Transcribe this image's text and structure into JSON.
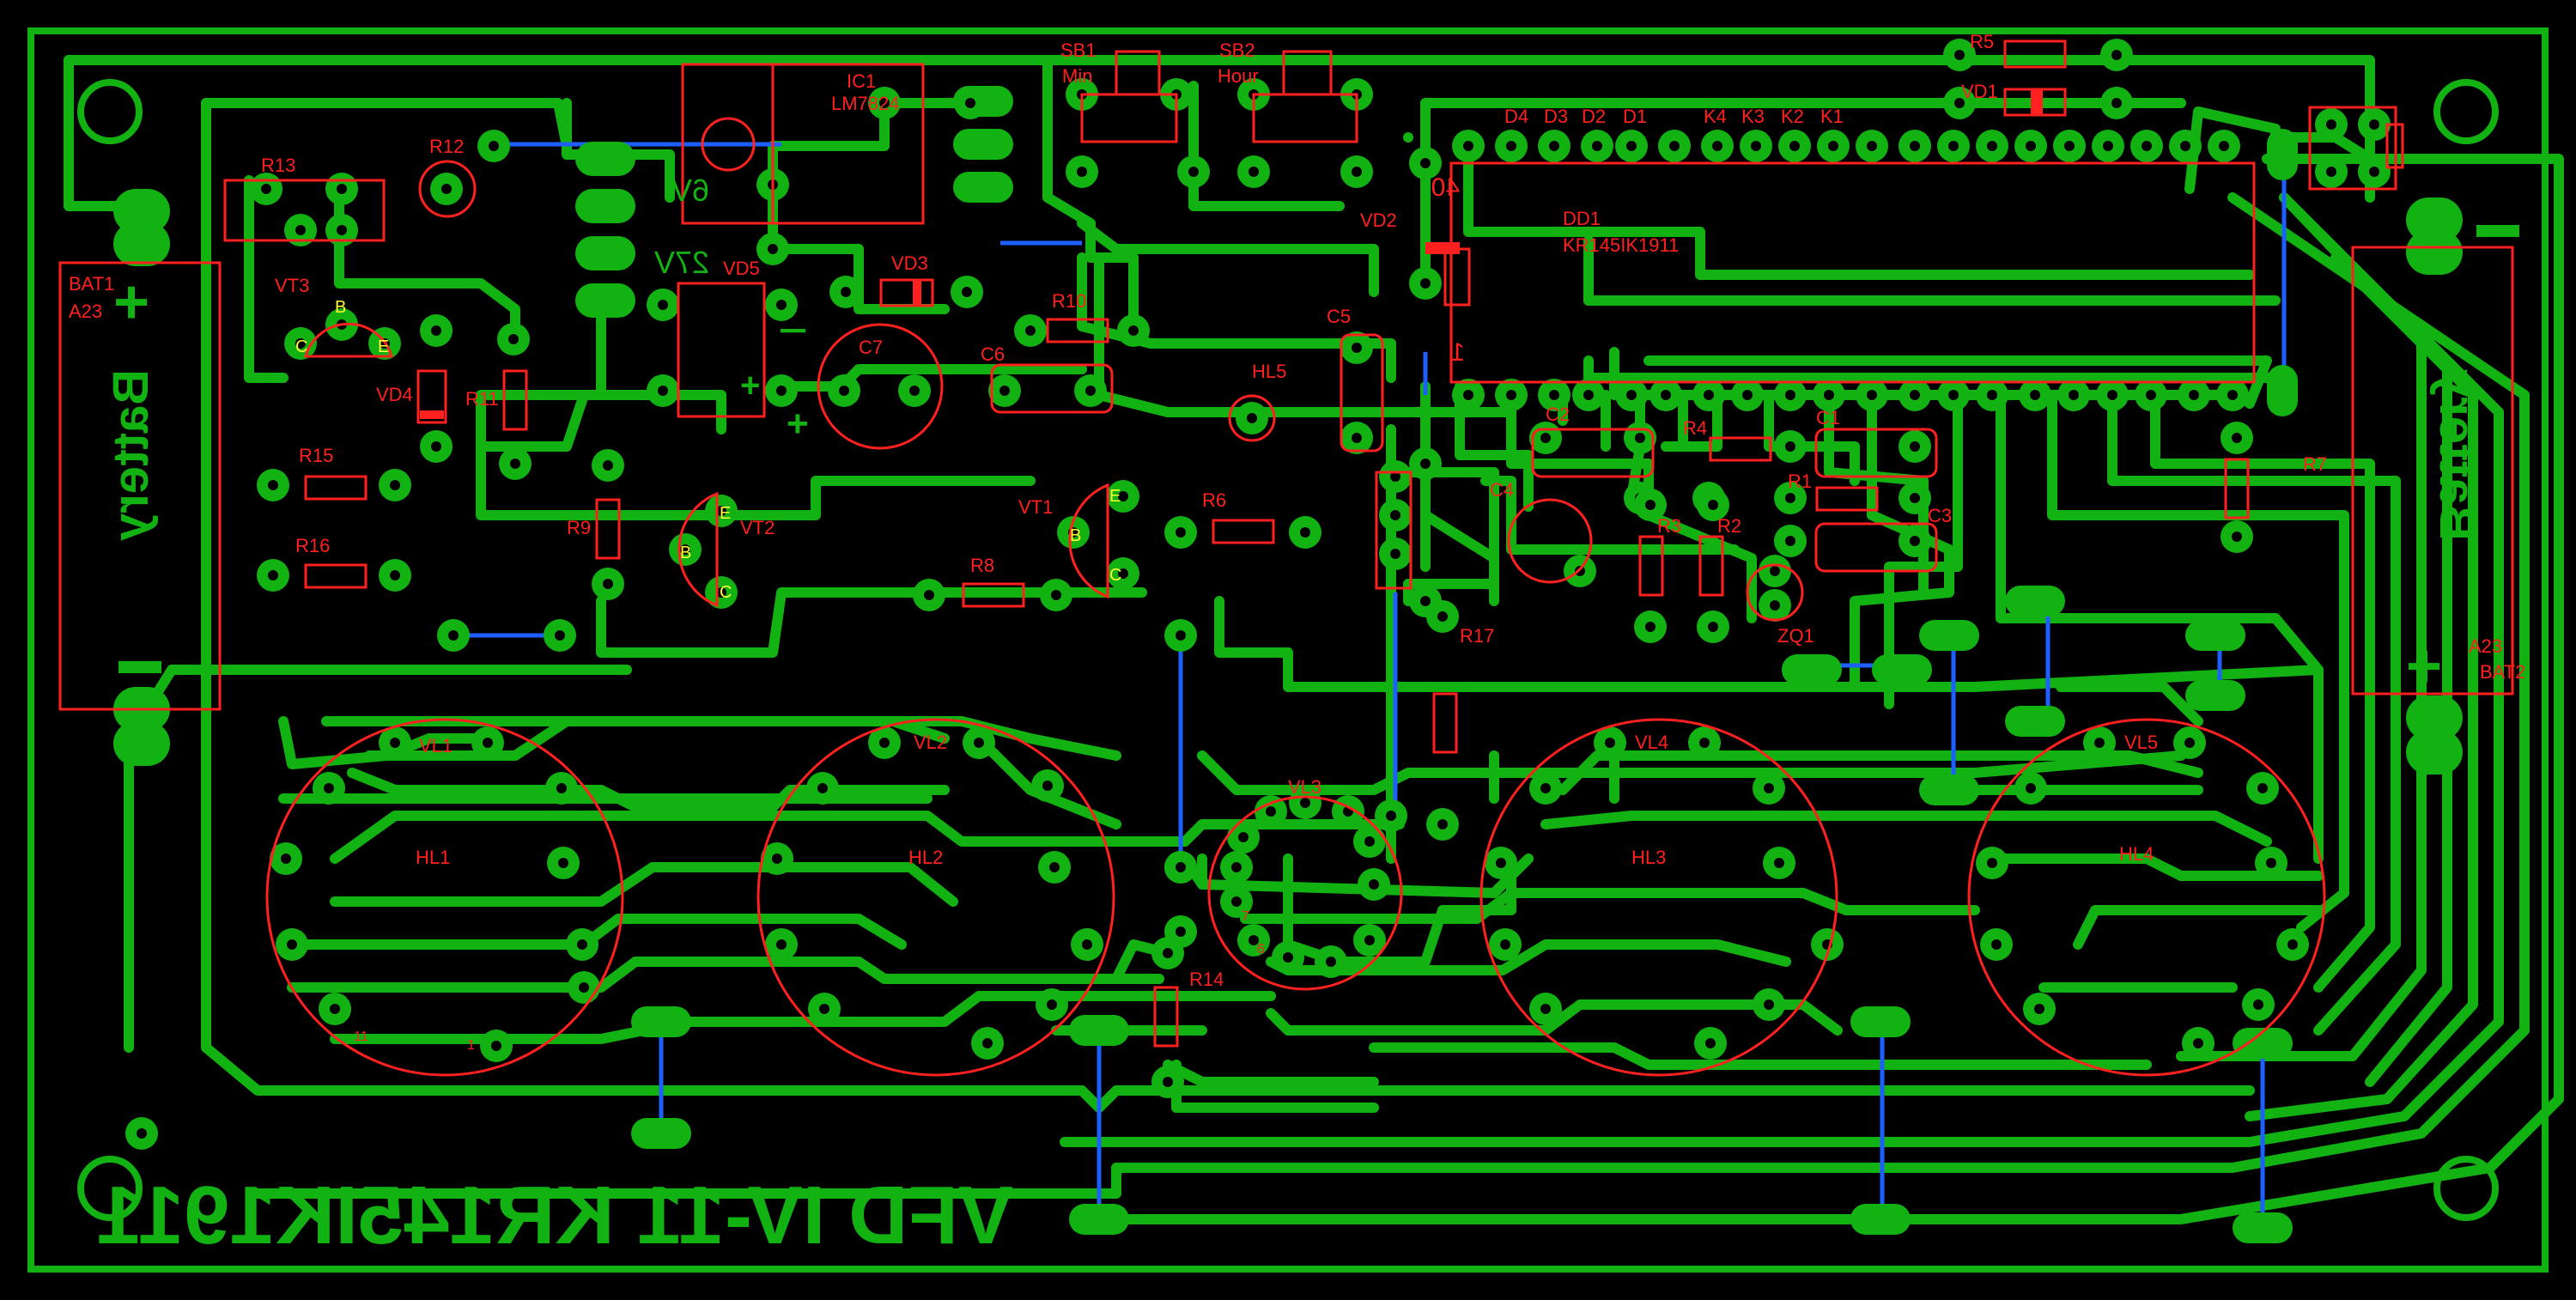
{
  "board": {
    "colors": {
      "background": "#000000",
      "copper": "#12b212",
      "silk": "#ff2020",
      "jumper": "#1e5fff",
      "pin_text": "#ffff33"
    },
    "mirrored_title": "VFD IV-11 KR145IK1911",
    "battery_text": "Battery",
    "plus_sign": "+",
    "minus_sign": "−",
    "voltage_6v": "6V",
    "voltage_27v": "27V"
  },
  "components": {
    "ic1": "IC1",
    "ic1_part": "LM7824",
    "dd1": "DD1",
    "dd1_part": "KR145IK1911",
    "dd1_pin40": "40",
    "dd1_pin1": "1",
    "sb1": "SB1",
    "sb1_func": "Min",
    "sb2": "SB2",
    "sb2_func": "Hour",
    "bat1": "BAT1",
    "bat1_type": "A23",
    "bat2": "BAT2",
    "bat2_type": "A23",
    "vt1": "VT1",
    "vt2": "VT2",
    "vt3": "VT3",
    "vd1": "VD1",
    "vd2": "VD2",
    "vd3": "VD3",
    "vd4": "VD4",
    "vd5": "VD5",
    "c1": "C1",
    "c2": "C2",
    "c3": "C3",
    "c4": "C4",
    "c5": "C5",
    "c6": "C6",
    "c7": "C7",
    "r1": "R1",
    "r2": "R2",
    "r3": "R3",
    "r4": "R4",
    "r5": "R5",
    "r6": "R6",
    "r7": "R7",
    "r8": "R8",
    "r9": "R9",
    "r10": "R10",
    "r11": "R11",
    "r12": "R12",
    "r13": "R13",
    "r14": "R14",
    "r15": "R15",
    "r16": "R16",
    "r17": "R17",
    "hl1": "HL1",
    "hl2": "HL2",
    "hl3": "HL3",
    "hl4": "HL4",
    "hl5": "HL5",
    "vl1": "VL1",
    "vl2": "VL2",
    "vl3": "VL3",
    "vl4": "VL4",
    "vl5": "VL5",
    "zq1": "ZQ1",
    "pin_b": "B",
    "pin_c": "C",
    "pin_e": "E",
    "pin11": "11",
    "pin1": "1",
    "pin7": "7",
    "pin6": "6",
    "d4": "D4",
    "d3": "D3",
    "d2": "D2",
    "d1": "D1",
    "k4": "K4",
    "k3": "K3",
    "k2": "K2",
    "k1": "K1"
  }
}
